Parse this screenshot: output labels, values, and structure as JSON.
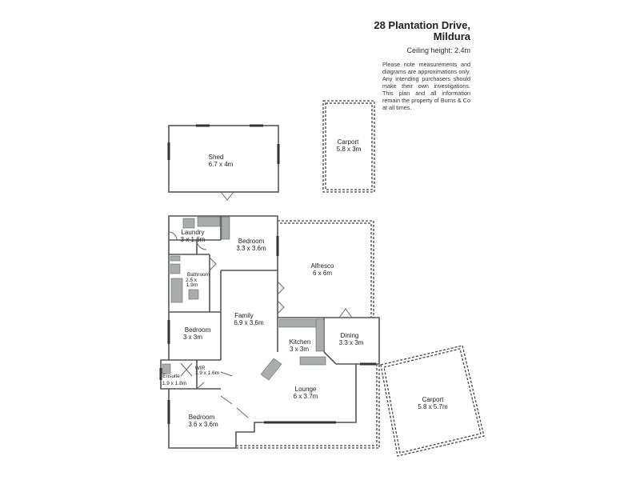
{
  "header": {
    "address_line_1": "28 Plantation Drive,",
    "address_line_2": "Mildura",
    "ceiling": "Ceiling height: 2.4m",
    "disclaimer": "Please note measurements and diagrams are approximations only. Any intending purchasers should make their own investigations. This plan and all information remain the property of Burns & Co at all times."
  },
  "rooms": {
    "shed": {
      "name": "Shed",
      "dims": "6.7 x 4m"
    },
    "carport_top": {
      "name": "Carport",
      "dims": "5.8 x 3m"
    },
    "laundry": {
      "name": "Laundry",
      "dims": "3 x 1.6m"
    },
    "bedroom_1": {
      "name": "Bedroom",
      "dims": "3.3 x 3.6m"
    },
    "alfresco": {
      "name": "Alfresco",
      "dims": "6 x 6m"
    },
    "bathroom": {
      "name": "Bathroom",
      "dims_a": "2.5 x",
      "dims_b": "1.9m"
    },
    "family": {
      "name": "Family",
      "dims": "6.9 x 3.6m"
    },
    "bedroom_2": {
      "name": "Bedroom",
      "dims": "3 x 3m"
    },
    "kitchen": {
      "name": "Kitchen",
      "dims": "3 x 3m"
    },
    "dining": {
      "name": "Dining",
      "dims": "3.3 x 3m"
    },
    "wir": {
      "name": "WIR",
      "dims": "1.9 x 1.6m"
    },
    "ensuite": {
      "name": "Ensuite",
      "dims": "1.9 x 1.8m"
    },
    "lounge": {
      "name": "Lounge",
      "dims": "6 x 3.7m"
    },
    "carport_right": {
      "name": "Carport",
      "dims": "5.8 x 5.7m"
    },
    "bedroom_3": {
      "name": "Bedroom",
      "dims": "3.6 x 3.6m"
    }
  }
}
